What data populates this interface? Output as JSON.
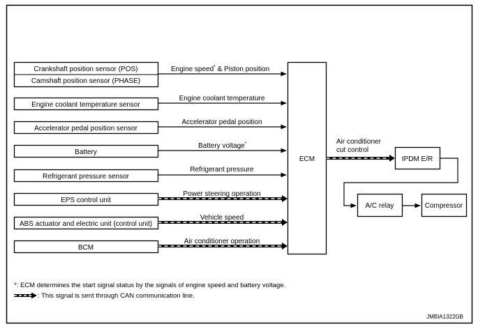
{
  "inputs": [
    {
      "sensor": "Crankshaft position sensor (POS)",
      "signal": "Engine speed",
      "signal_suffix": " & Piston position",
      "mark": "*",
      "can": false
    },
    {
      "sensor": "Camshaft position sensor (PHASE)",
      "signal": "",
      "signal_suffix": "",
      "mark": "",
      "can": false
    },
    {
      "sensor": "Engine coolant temperature sensor",
      "signal": "Engine coolant temperature",
      "signal_suffix": "",
      "mark": "",
      "can": false
    },
    {
      "sensor": "Accelerator pedal position sensor",
      "signal": "Accelerator pedal position",
      "signal_suffix": "",
      "mark": "",
      "can": false
    },
    {
      "sensor": "Battery",
      "signal": "Battery voltage",
      "signal_suffix": "",
      "mark": "*",
      "can": false
    },
    {
      "sensor": "Refrigerant pressure sensor",
      "signal": "Refrigerant pressure",
      "signal_suffix": "",
      "mark": "",
      "can": false
    },
    {
      "sensor": "EPS control unit",
      "signal": "Power steering operation",
      "signal_suffix": "",
      "mark": "",
      "can": true
    },
    {
      "sensor": "ABS actuator and electric unit (control unit)",
      "signal": "Vehicle speed",
      "signal_suffix": "",
      "mark": "",
      "can": true
    },
    {
      "sensor": "BCM",
      "signal": "Air conditioner operation",
      "signal_suffix": "",
      "mark": "",
      "can": true
    }
  ],
  "ecm": {
    "label": "ECM"
  },
  "output_signal": {
    "line1": "Air conditioner",
    "line2": "cut control"
  },
  "ipdm": {
    "label": "IPDM E/R"
  },
  "ac_relay": {
    "label": "A/C relay"
  },
  "compressor": {
    "label": "Compressor"
  },
  "footnotes": {
    "asterisk": "*: ECM determines the start signal status by the signals of engine speed and battery voltage.",
    "can": ": This signal is sent through CAN communication line."
  },
  "figure_code": "JMBIA1322GB"
}
